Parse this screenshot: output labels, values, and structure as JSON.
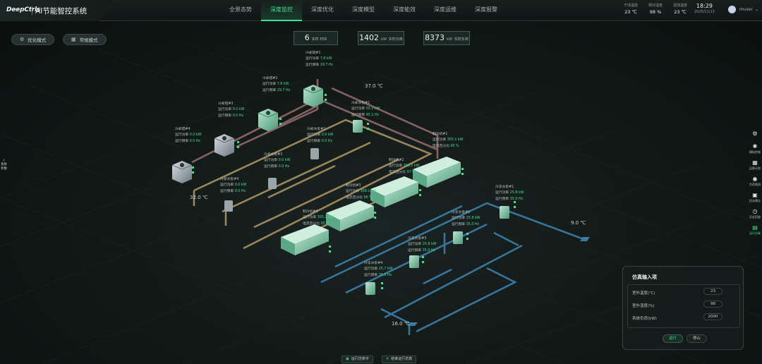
{
  "app": {
    "logo": "DeepCtrls",
    "title": "AI节能智控系统"
  },
  "nav": [
    {
      "label": "全景态势"
    },
    {
      "label": "深度监控",
      "active": true
    },
    {
      "label": "深度优化"
    },
    {
      "label": "深度模型"
    },
    {
      "label": "深度能效"
    },
    {
      "label": "深度运维"
    },
    {
      "label": "深度报警"
    }
  ],
  "weather": {
    "dry_bulb": {
      "label": "干球温度",
      "value": "23 ℃"
    },
    "humidity": {
      "label": "相对湿度",
      "value": "98 %"
    },
    "wet_bulb": {
      "label": "湿球温度",
      "value": "23 ℃"
    }
  },
  "clock": {
    "time": "18:29",
    "date": "2025/11/13"
  },
  "user": {
    "name": "muser"
  },
  "modes": {
    "optimize": "优化模式",
    "normal": "常规模式"
  },
  "kpis": [
    {
      "value": "6",
      "label": "实时 EER"
    },
    {
      "value": "1402",
      "unit": "kW",
      "label": "实时功率"
    },
    {
      "value": "8373",
      "unit": "kW",
      "label": "实时负荷"
    }
  ],
  "temps": {
    "t_37": "37.0 ℃",
    "t_32": "32.0 ℃",
    "t_9": "9.0 ℃",
    "t_16": "16.0 ℃"
  },
  "cooling_towers": [
    {
      "name": "冷却塔#1",
      "power_label": "运行功率",
      "power": "7.8 kW",
      "freq_label": "运行频率",
      "freq": "29.7 Hz"
    },
    {
      "name": "冷却塔#2",
      "power_label": "运行功率",
      "power": "7.8 kW",
      "freq_label": "运行频率",
      "freq": "29.7 Hz"
    },
    {
      "name": "冷却塔#3",
      "power_label": "运行功率",
      "power": "0.0 kW",
      "freq_label": "运行频率",
      "freq": "0.0 Hz"
    },
    {
      "name": "冷却塔#4",
      "power_label": "运行功率",
      "power": "0.0 kW",
      "freq_label": "运行频率",
      "freq": "0.0 Hz"
    }
  ],
  "cw_pumps": [
    {
      "name": "冷却水泵#1",
      "power_label": "运行功率",
      "power": "55.1 kW",
      "freq_label": "运行频率",
      "freq": "45.1 Hz"
    },
    {
      "name": "冷却水泵#2",
      "power_label": "运行功率",
      "power": "0.0 kW",
      "freq_label": "运行频率",
      "freq": "0.0 Hz"
    },
    {
      "name": "冷却水泵#3",
      "power_label": "运行功率",
      "power": "0.0 kW",
      "freq_label": "运行频率",
      "freq": "0.0 Hz"
    },
    {
      "name": "冷却水泵#4",
      "power_label": "运行功率",
      "power": "0.0 kW",
      "freq_label": "运行频率",
      "freq": "0.0 Hz"
    }
  ],
  "chillers": [
    {
      "name": "制冷机#1",
      "power_label": "运行功率",
      "power": "305.1 kW",
      "load_label": "电流百分比",
      "load": "95 %"
    },
    {
      "name": "制冷机#2",
      "power_label": "运行功率",
      "power": "310.1 kW",
      "load_label": "电流百分比",
      "load": "97 %"
    },
    {
      "name": "制冷机#3",
      "power_label": "运行功率",
      "power": "308.1 kW",
      "load_label": "电流百分比",
      "load": "96 %"
    },
    {
      "name": "制冷机#4",
      "power_label": "运行功率",
      "power": "305.2 kW",
      "load_label": "电流百分比",
      "load": "95 %"
    }
  ],
  "chw_pumps": [
    {
      "name": "冷冻水泵#1",
      "power_label": "运行功率",
      "power": "25.8 kW",
      "freq_label": "运行频率",
      "freq": "35.0 Hz"
    },
    {
      "name": "冷冻水泵#2",
      "power_label": "运行功率",
      "power": "25.8 kW",
      "freq_label": "运行频率",
      "freq": "35.0 Hz"
    },
    {
      "name": "冷冻水泵#3",
      "power_label": "运行功率",
      "power": "25.8 kW",
      "freq_label": "运行频率",
      "freq": "35.0 Hz"
    },
    {
      "name": "冷冻水泵#4",
      "power_label": "运行功率",
      "power": "25.7 kW",
      "freq_label": "运行频率",
      "freq": "35.0 Hz"
    }
  ],
  "left_tab": {
    "line1": "系统",
    "line2": "参数"
  },
  "rail": [
    {
      "icon": "gear-icon",
      "glyph": "⚙",
      "label": ""
    },
    {
      "icon": "settings-icon",
      "glyph": "✱",
      "label": "模拟控制"
    },
    {
      "icon": "calendar-icon",
      "glyph": "▦",
      "label": "运营计划"
    },
    {
      "icon": "target-icon",
      "glyph": "◉",
      "label": "负荷预测"
    },
    {
      "icon": "robot-icon",
      "glyph": "▣",
      "label": "优化建议"
    },
    {
      "icon": "clock-icon",
      "glyph": "◷",
      "label": "历史回放"
    },
    {
      "icon": "report-icon",
      "glyph": "▤",
      "label": "运行仿真",
      "active": true
    }
  ],
  "sim": {
    "title": "仿真输入项",
    "fields": [
      {
        "label": "室外温度(℃)",
        "value": "23"
      },
      {
        "label": "室外湿度(%)",
        "value": "98"
      },
      {
        "label": "系统负荷(kW)",
        "value": "2000"
      }
    ],
    "run": "运行",
    "stop": "停止"
  },
  "bottom": {
    "running": "运行仿真中",
    "end": "结束运行仿真"
  },
  "colors": {
    "accent": "#3de08f",
    "pipe_hot": "#9a6a6a",
    "pipe_warm": "#a88f5a",
    "pipe_cold": "#3a7fa8",
    "equipment": "#7fc4a0"
  }
}
